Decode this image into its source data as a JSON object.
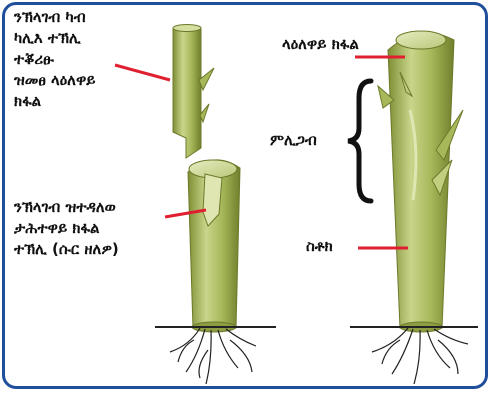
{
  "labels": {
    "scion_top": [
      "ንኽላገብ ካብ",
      "ካሊእ ተኽሊ",
      "ተቖሪፁ",
      "ዝመፀ ላዕለዋይ",
      "ክፋል"
    ],
    "rootstock": [
      "ንኽላገብ ዝተዳለወ",
      "ታሕተዋይ ክፋል",
      "ተኽሊ (ሱር ዘለዎ)"
    ],
    "upper_part": "ላዕለዋይ ክፋል",
    "graft_union": "ምሊጋብ",
    "lower_stem": "ስቶክ"
  },
  "colors": {
    "border": "#1f4e9a",
    "pointer": "#e02030",
    "stem": "#a7b85a"
  }
}
